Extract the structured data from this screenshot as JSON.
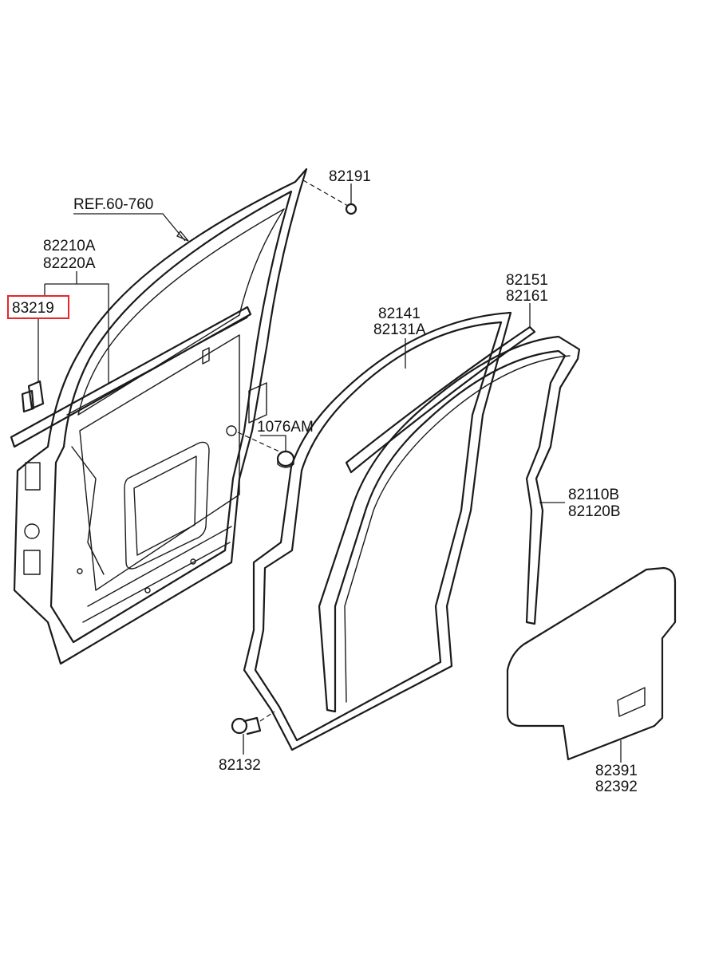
{
  "labels": {
    "ref": "REF.60-760",
    "p82191": "82191",
    "p82210a": "82210A",
    "p82220a": "82220A",
    "p83219": "83219",
    "p82151": "82151",
    "p82161": "82161",
    "p82141": "82141",
    "p82131a": "82131A",
    "p1076am": "1076AM",
    "p82110b": "82110B",
    "p82120b": "82120B",
    "p82132": "82132",
    "p82391": "82391",
    "p82392": "82392"
  },
  "highlight_color": "#e8262b"
}
